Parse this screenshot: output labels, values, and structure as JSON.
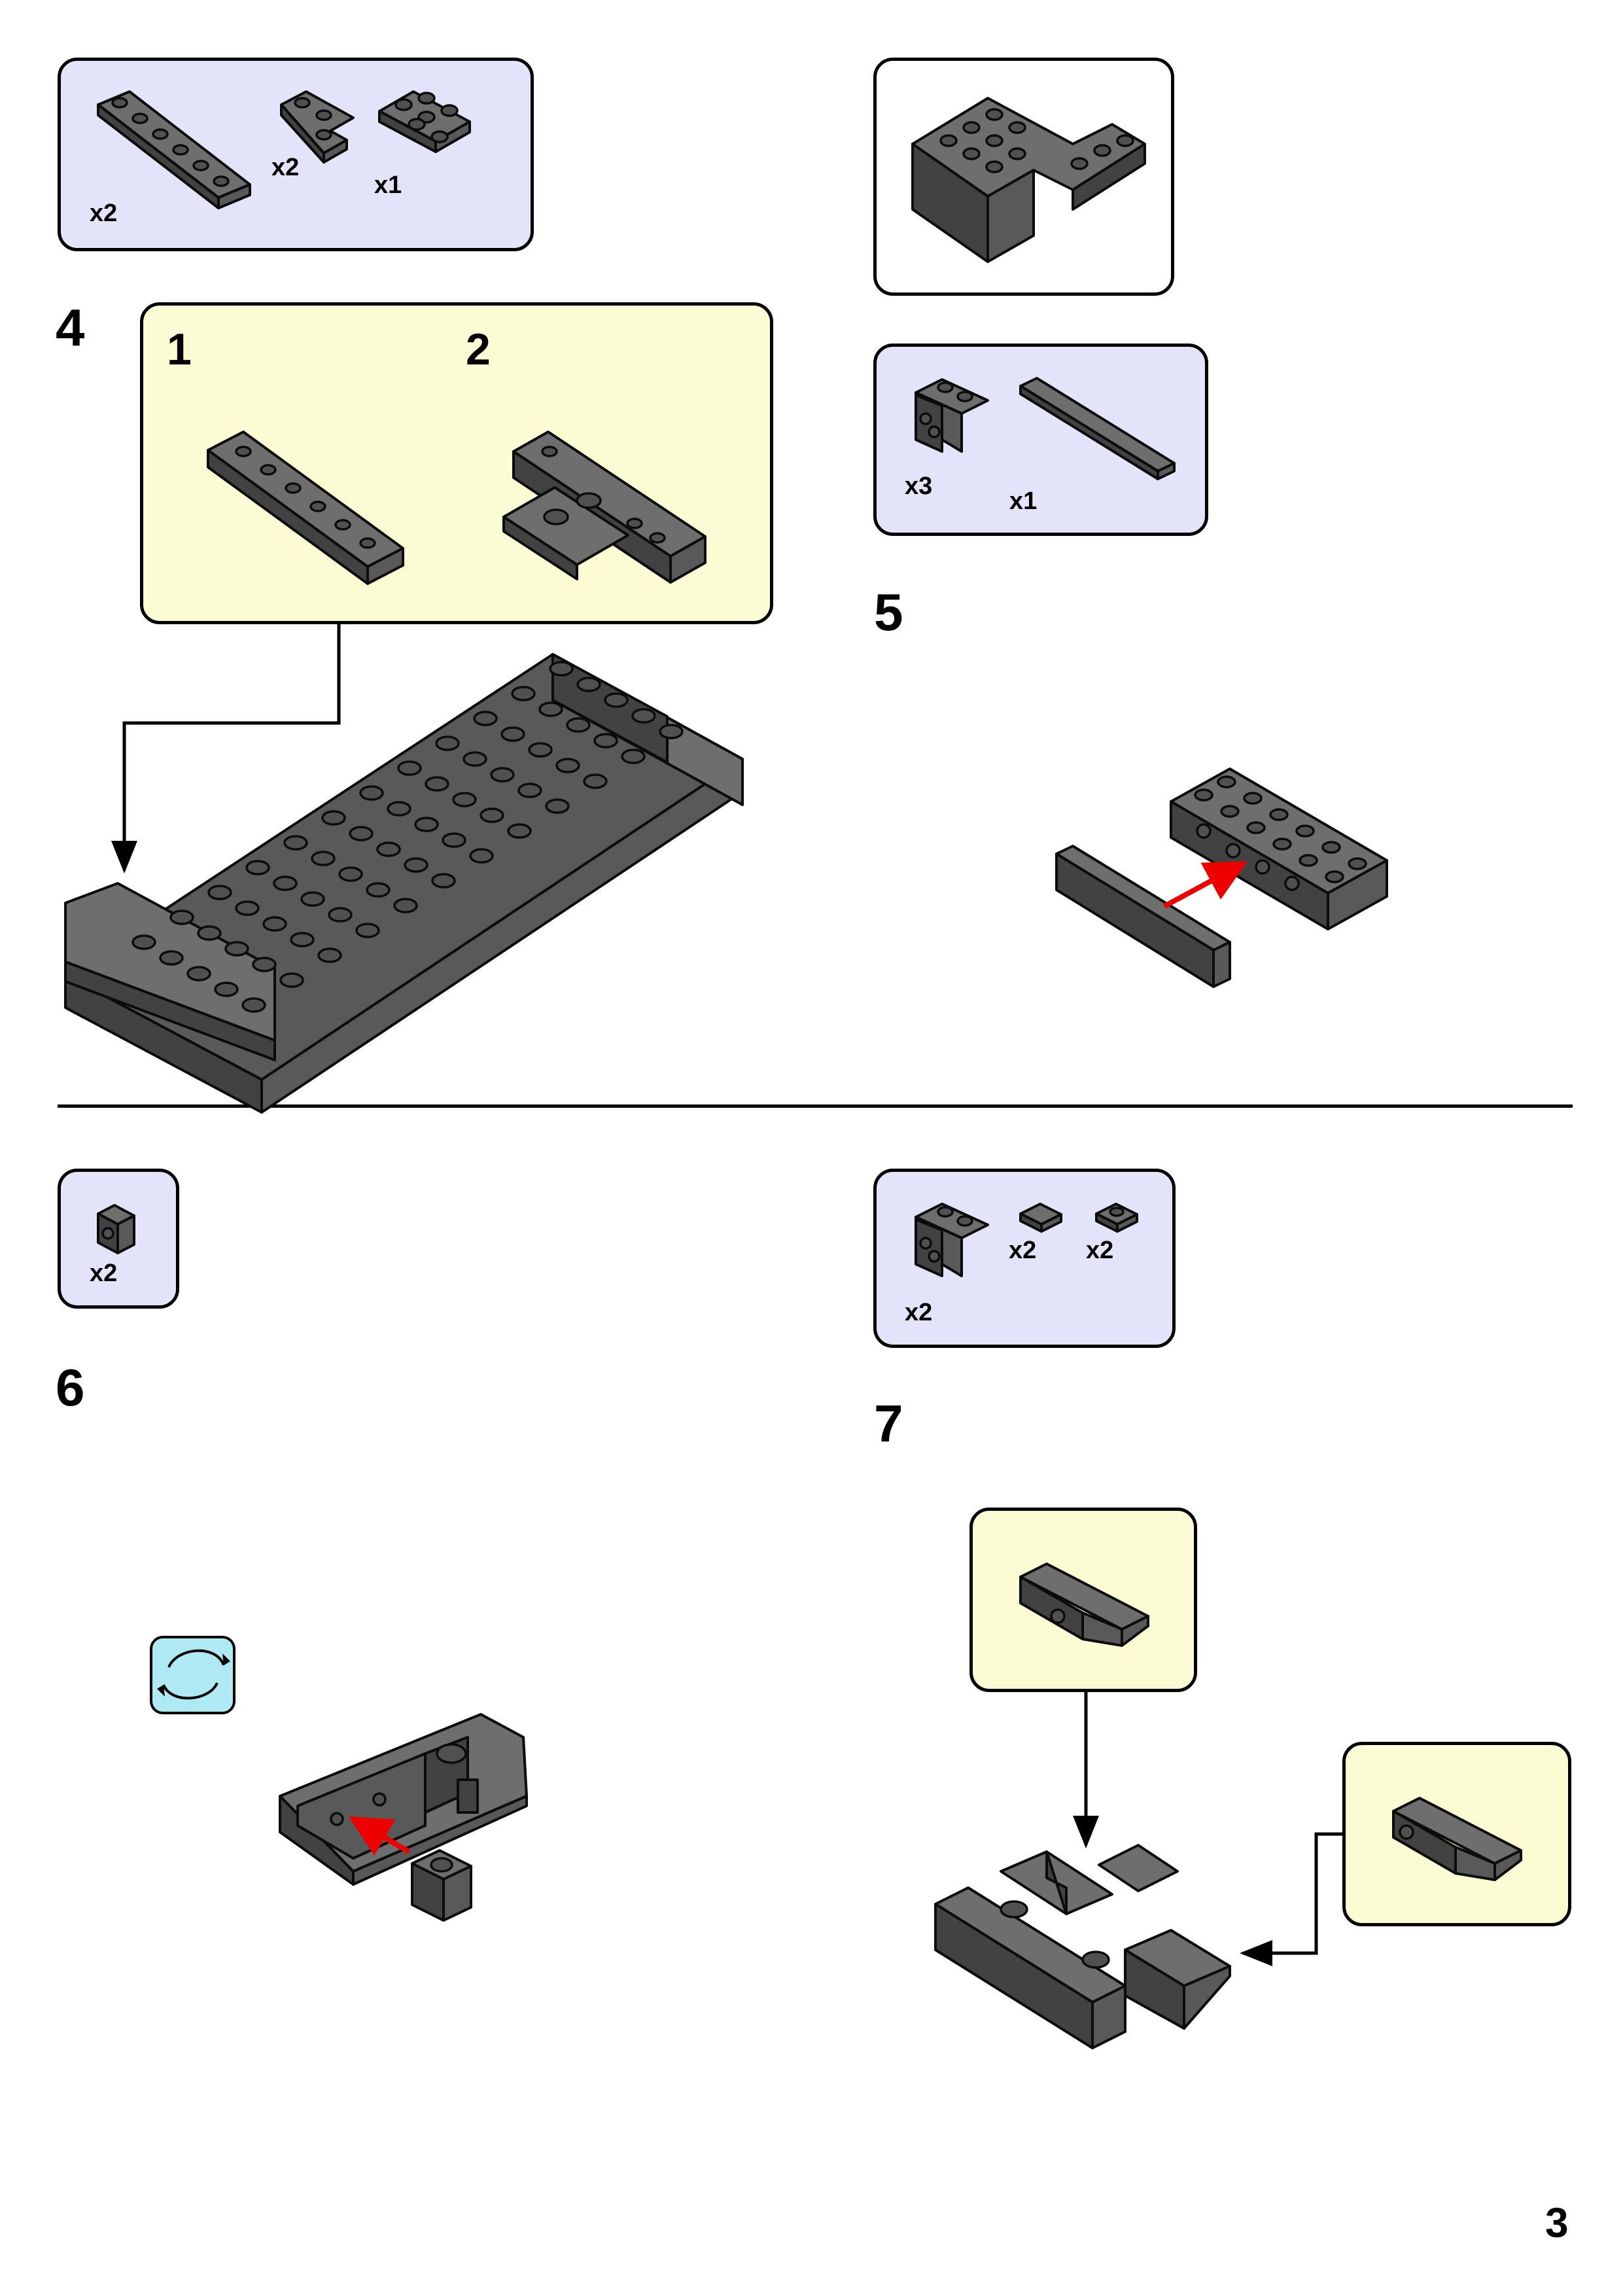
{
  "page_number": "3",
  "steps": [
    {
      "number": "4",
      "substeps": [
        "1",
        "2"
      ],
      "parts": [
        {
          "qty": "x2"
        },
        {
          "qty": "x2"
        },
        {
          "qty": "x1"
        }
      ]
    },
    {
      "number": "5",
      "parts": [
        {
          "qty": "x3"
        },
        {
          "qty": "x1"
        }
      ]
    },
    {
      "number": "6",
      "parts": [
        {
          "qty": "x2"
        }
      ]
    },
    {
      "number": "7",
      "parts": [
        {
          "qty": "x2"
        },
        {
          "qty": "x2"
        },
        {
          "qty": "x2"
        }
      ]
    }
  ],
  "icons": {
    "rotate": "rotate-model-icon"
  },
  "colors": {
    "part_gray": "#595959",
    "callout_lavender": "#e3e3fa",
    "callout_yellow": "#fbfbd4",
    "rotate_blue": "#aee9f4",
    "arrow_red": "#ee0000"
  }
}
